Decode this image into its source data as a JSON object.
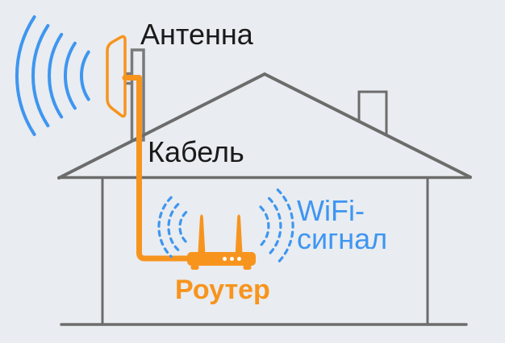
{
  "diagram": {
    "labels": {
      "antenna": "Антенна",
      "cable": "Кабель",
      "wifi_signal_line1": "WiFi-",
      "wifi_signal_line2": "сигнал",
      "router": "Роутер"
    },
    "colors": {
      "background": "#E9ECF0",
      "house_outline": "#6C6C6C",
      "mast_gray": "#7A7A7A",
      "device_orange": "#F7941E",
      "signal_blue": "#3E96F0",
      "label_black": "#1A1A1A"
    },
    "icons": [
      "outdoor-antenna-icon",
      "antenna-mast",
      "signal-waves-icon",
      "house-outline",
      "chimney",
      "cable-line",
      "router-icon",
      "wifi-waves-icon"
    ]
  }
}
